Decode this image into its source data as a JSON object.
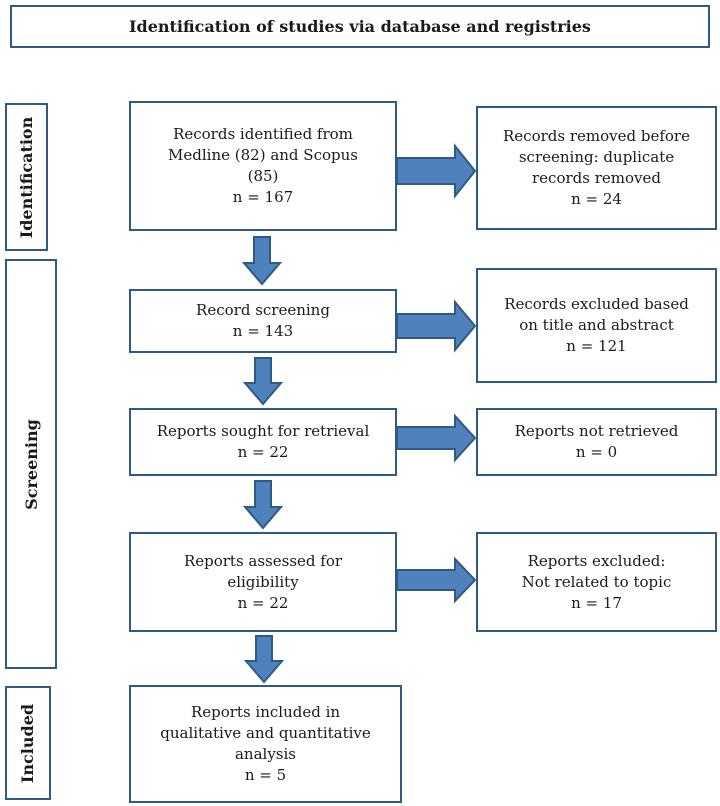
{
  "header": {
    "title": "Identification of studies via database and registries"
  },
  "phases": {
    "identification": "Identification",
    "screening": "Screening",
    "included": "Included"
  },
  "boxes": {
    "records_identified": [
      "Records identified from",
      "Medline (82) and Scopus",
      "(85)",
      "n = 167"
    ],
    "records_removed": [
      "Records removed before",
      "screening: duplicate",
      "records removed",
      "n = 24"
    ],
    "record_screening": [
      "Record screening",
      "n = 143"
    ],
    "records_excluded": [
      "Records excluded based",
      "on title and abstract",
      "n = 121"
    ],
    "reports_sought": [
      "Reports sought for retrieval",
      "n = 22"
    ],
    "reports_not_retrieved": [
      "Reports not retrieved",
      "n = 0"
    ],
    "reports_assessed": [
      "Reports assessed for",
      "eligibility",
      "n = 22"
    ],
    "reports_excluded": [
      "Reports excluded:",
      "Not related to topic",
      "n = 17"
    ],
    "reports_included": [
      "Reports included in",
      "qualitative and quantitative",
      "analysis",
      "n = 5"
    ]
  }
}
